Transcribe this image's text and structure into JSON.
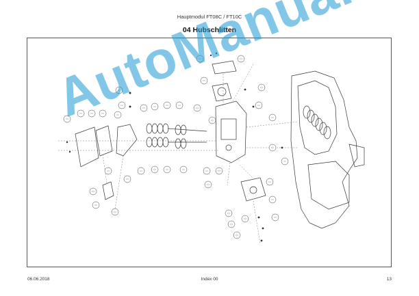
{
  "header": {
    "doc_title": "Hauptmodul FT08C / FT10C",
    "section_title": "04 Hubschlitten"
  },
  "watermark": {
    "text": "AutoManual",
    "color": "#1e9bd7"
  },
  "footer": {
    "date": "06.06.2018",
    "index": "Index 00",
    "page": "13"
  }
}
